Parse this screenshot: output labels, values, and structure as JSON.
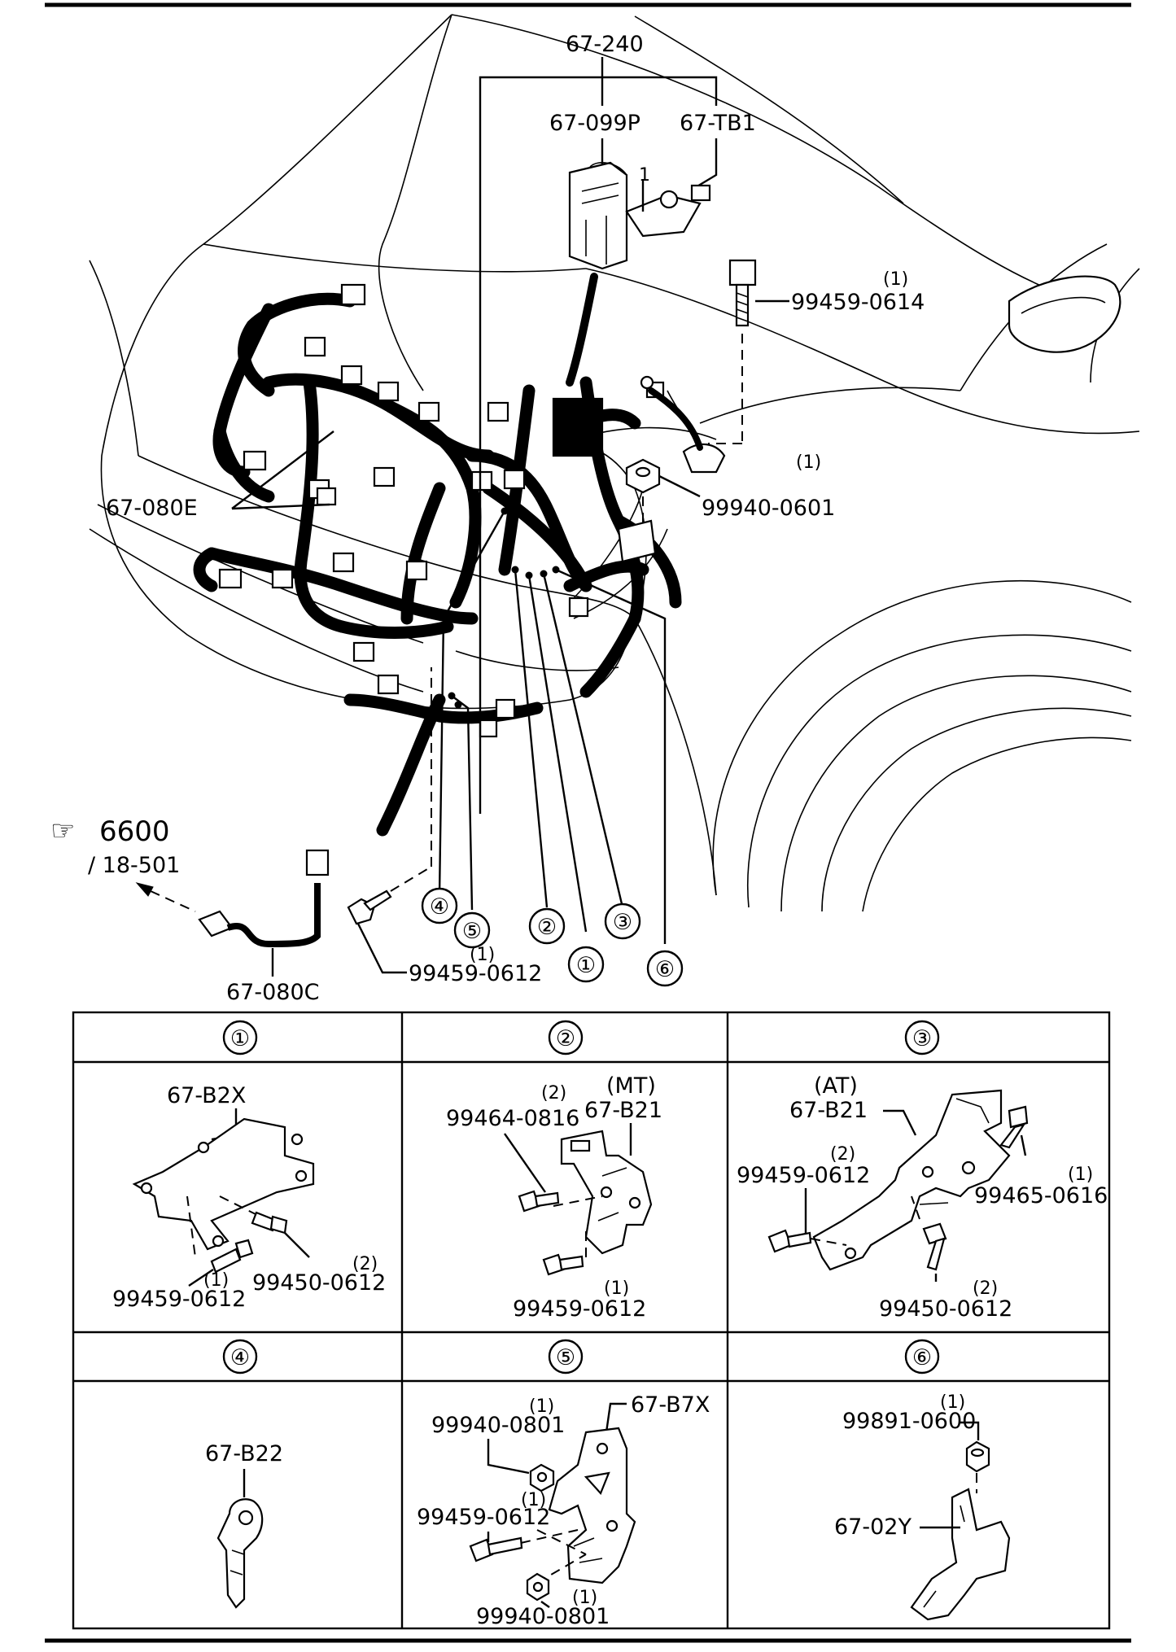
{
  "main": {
    "p_67_240": "67-240",
    "p_67_099P": "67-099P",
    "p_67_TB1": "67-TB1",
    "p_99459_0614": "99459-0614",
    "q_0614": "(1)",
    "p_67_080E": "67-080E",
    "p_99940_0601": "99940-0601",
    "q_0601": "(1)",
    "ref_icon": "☞",
    "ref_page": "6600",
    "ref_sub": "/ 18-501",
    "p_67_080C": "67-080C",
    "p_99459_0612": "99459-0612",
    "q_0612": "(1)",
    "callouts": [
      "①",
      "②",
      "③",
      "④",
      "⑤",
      "⑥"
    ]
  },
  "table": {
    "headers": [
      "①",
      "②",
      "③",
      "④",
      "⑤",
      "⑥"
    ],
    "c1": {
      "part": "67-B2X",
      "bolt_a": "99459-0612",
      "bolt_a_q": "(1)",
      "bolt_b": "99450-0612",
      "bolt_b_q": "(2)"
    },
    "c2": {
      "variant": "(MT)",
      "part": "67-B21",
      "bolt_a": "99464-0816",
      "bolt_a_q": "(2)",
      "bolt_b": "99459-0612",
      "bolt_b_q": "(1)"
    },
    "c3": {
      "variant": "(AT)",
      "part": "67-B21",
      "bolt_a": "99459-0612",
      "bolt_a_q": "(2)",
      "bolt_b": "99465-0616",
      "bolt_b_q": "(1)",
      "bolt_c": "99450-0612",
      "bolt_c_q": "(2)"
    },
    "c4": {
      "part": "67-B22"
    },
    "c5": {
      "part": "67-B7X",
      "nut_a": "99940-0801",
      "nut_a_q": "(1)",
      "bolt": "99459-0612",
      "bolt_q": "(1)",
      "nut_b": "99940-0801",
      "nut_b_q": "(1)"
    },
    "c6": {
      "nut": "99891-0600",
      "nut_q": "(1)",
      "part": "67-02Y"
    }
  }
}
